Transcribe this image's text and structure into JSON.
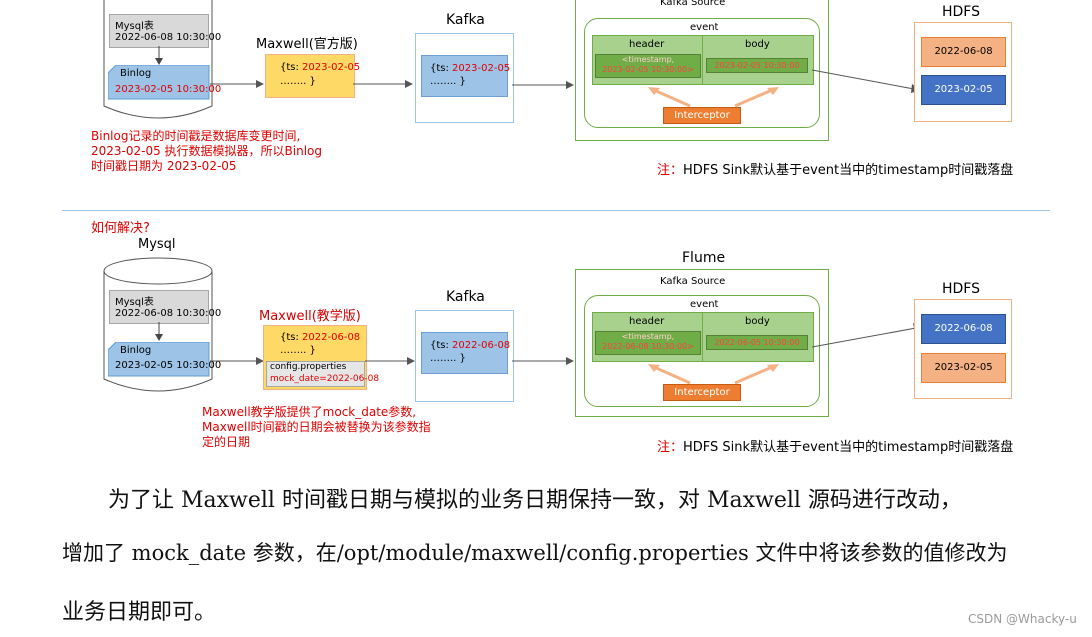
{
  "top": {
    "mysql_table_label": "Mysql表",
    "mysql_table_time": "2022-06-08 10:30:00",
    "binlog_label": "Binlog",
    "binlog_time": "2023-02-05 10:30:00",
    "maxwell_title": "Maxwell(官方版)",
    "maxwell_ts_prefix": "{ts: ",
    "maxwell_ts_value": "2023-02-05",
    "maxwell_dots": "……..    }",
    "kafka_title": "Kafka",
    "kafka_ts_prefix": "{ts: ",
    "kafka_ts_value": "2023-02-05",
    "kafka_dots": "……..     }",
    "kafka_source_label": "Kafka Source",
    "event_label": "event",
    "header_label": "header",
    "body_label": "body",
    "header_value_line1": "<timestamp,",
    "header_value_line2": "2023-02-05 10:30:00>",
    "body_value": "2023-02-05 10:30:00",
    "interceptor_label": "Interceptor",
    "hdfs_title": "HDFS",
    "hdfs_box1": "2022-06-08",
    "hdfs_box2": "2023-02-05",
    "note_red_line1": "Binlog记录的时间戳是数据库变更时间,",
    "note_red_line2": "2023-02-05 执行数据模拟器，所以Binlog",
    "note_red_line3": "时间戳日期为 2023-02-05",
    "footnote_prefix": "注：",
    "footnote_text": "HDFS Sink默认基于event当中的timestamp时间戳落盘"
  },
  "bottom": {
    "question": "如何解决?",
    "mysql_title": "Mysql",
    "mysql_table_label": "Mysql表",
    "mysql_table_time": "2022-06-08 10:30:00",
    "binlog_label": "Binlog",
    "binlog_time": "2023-02-05 10:30:00",
    "maxwell_title": "Maxwell(教学版)",
    "maxwell_ts_prefix": "{ts: ",
    "maxwell_ts_value": "2022-06-08",
    "maxwell_dots": "……..    }",
    "config_label": "config.properties",
    "config_value": "mock_date=2022-06-08",
    "kafka_title": "Kafka",
    "kafka_ts_prefix": "{ts: ",
    "kafka_ts_value": "2022-06-08",
    "kafka_dots": "……..     }",
    "flume_title": "Flume",
    "kafka_source_label": "Kafka Source",
    "event_label": "event",
    "header_label": "header",
    "body_label": "body",
    "header_value_line1": "<timestamp,",
    "header_value_line2": "2022-06-08 10:30:00>",
    "body_value": "2022-06-05 10:30:00",
    "interceptor_label": "Interceptor",
    "hdfs_title": "HDFS",
    "hdfs_box1": "2022-06-08",
    "hdfs_box2": "2023-02-05",
    "note_red_line1": "Maxwell教学版提供了mock_date参数,",
    "note_red_line2": "Maxwell时间戳的日期会被替换为该参数指",
    "note_red_line3": "定的日期",
    "footnote_prefix": "注：",
    "footnote_text": "HDFS Sink默认基于event当中的timestamp时间戳落盘"
  },
  "paragraph": {
    "line1": "为了让 Maxwell 时间戳日期与模拟的业务日期保持一致，对 Maxwell 源码进行改动，",
    "line2": "增加了 mock_date 参数，在/opt/module/maxwell/config.properties 文件中将该参数的值修改为",
    "line3": "业务日期即可。"
  },
  "watermark": "CSDN @Whacky-u",
  "colors": {
    "green_frame": "#70ad47",
    "blue_box": "#9dc3e6",
    "yellow_box": "#ffd966",
    "interceptor": "#ed7d31",
    "hdfs_orange": "#f4b183",
    "hdfs_blue": "#4472c4",
    "red_text": "#e00000",
    "divider": "#9dc3e6"
  }
}
